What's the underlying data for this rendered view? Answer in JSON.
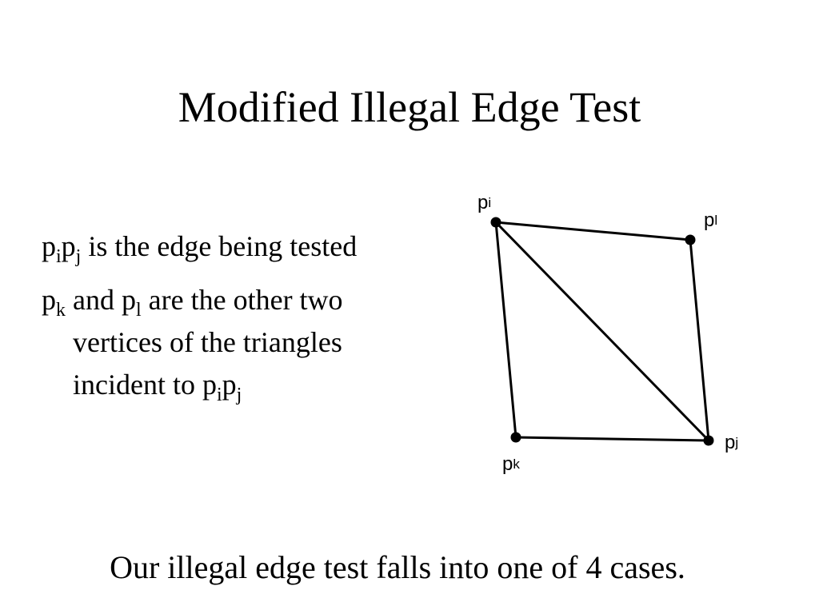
{
  "slide": {
    "title": "Modified Illegal Edge Test",
    "bullets": [
      {
        "parts": [
          {
            "t": "p"
          },
          {
            "sub": "i"
          },
          {
            "t": "p"
          },
          {
            "sub": "j"
          },
          {
            "t": " is the edge being tested"
          }
        ]
      },
      {
        "parts": [
          {
            "t": "p"
          },
          {
            "sub": "k"
          },
          {
            "t": " and p"
          },
          {
            "sub": "l"
          },
          {
            "t": " are the other two"
          }
        ],
        "continuation": [
          "vertices of the triangles",
          [
            {
              "t": "incident to p"
            },
            {
              "sub": "i"
            },
            {
              "t": "p"
            },
            {
              "sub": "j"
            }
          ]
        ]
      }
    ],
    "footer": "Our illegal edge test falls into one of 4 cases."
  },
  "diagram": {
    "vertices": [
      {
        "id": "pi",
        "letter": "p",
        "sub": "i"
      },
      {
        "id": "pl",
        "letter": "p",
        "sub": "l"
      },
      {
        "id": "pj",
        "letter": "p",
        "sub": "j"
      },
      {
        "id": "pk",
        "letter": "p",
        "sub": "k"
      }
    ],
    "edges": [
      [
        "pi",
        "pl"
      ],
      [
        "pl",
        "pj"
      ],
      [
        "pj",
        "pk"
      ],
      [
        "pk",
        "pi"
      ],
      [
        "pi",
        "pj"
      ]
    ]
  }
}
